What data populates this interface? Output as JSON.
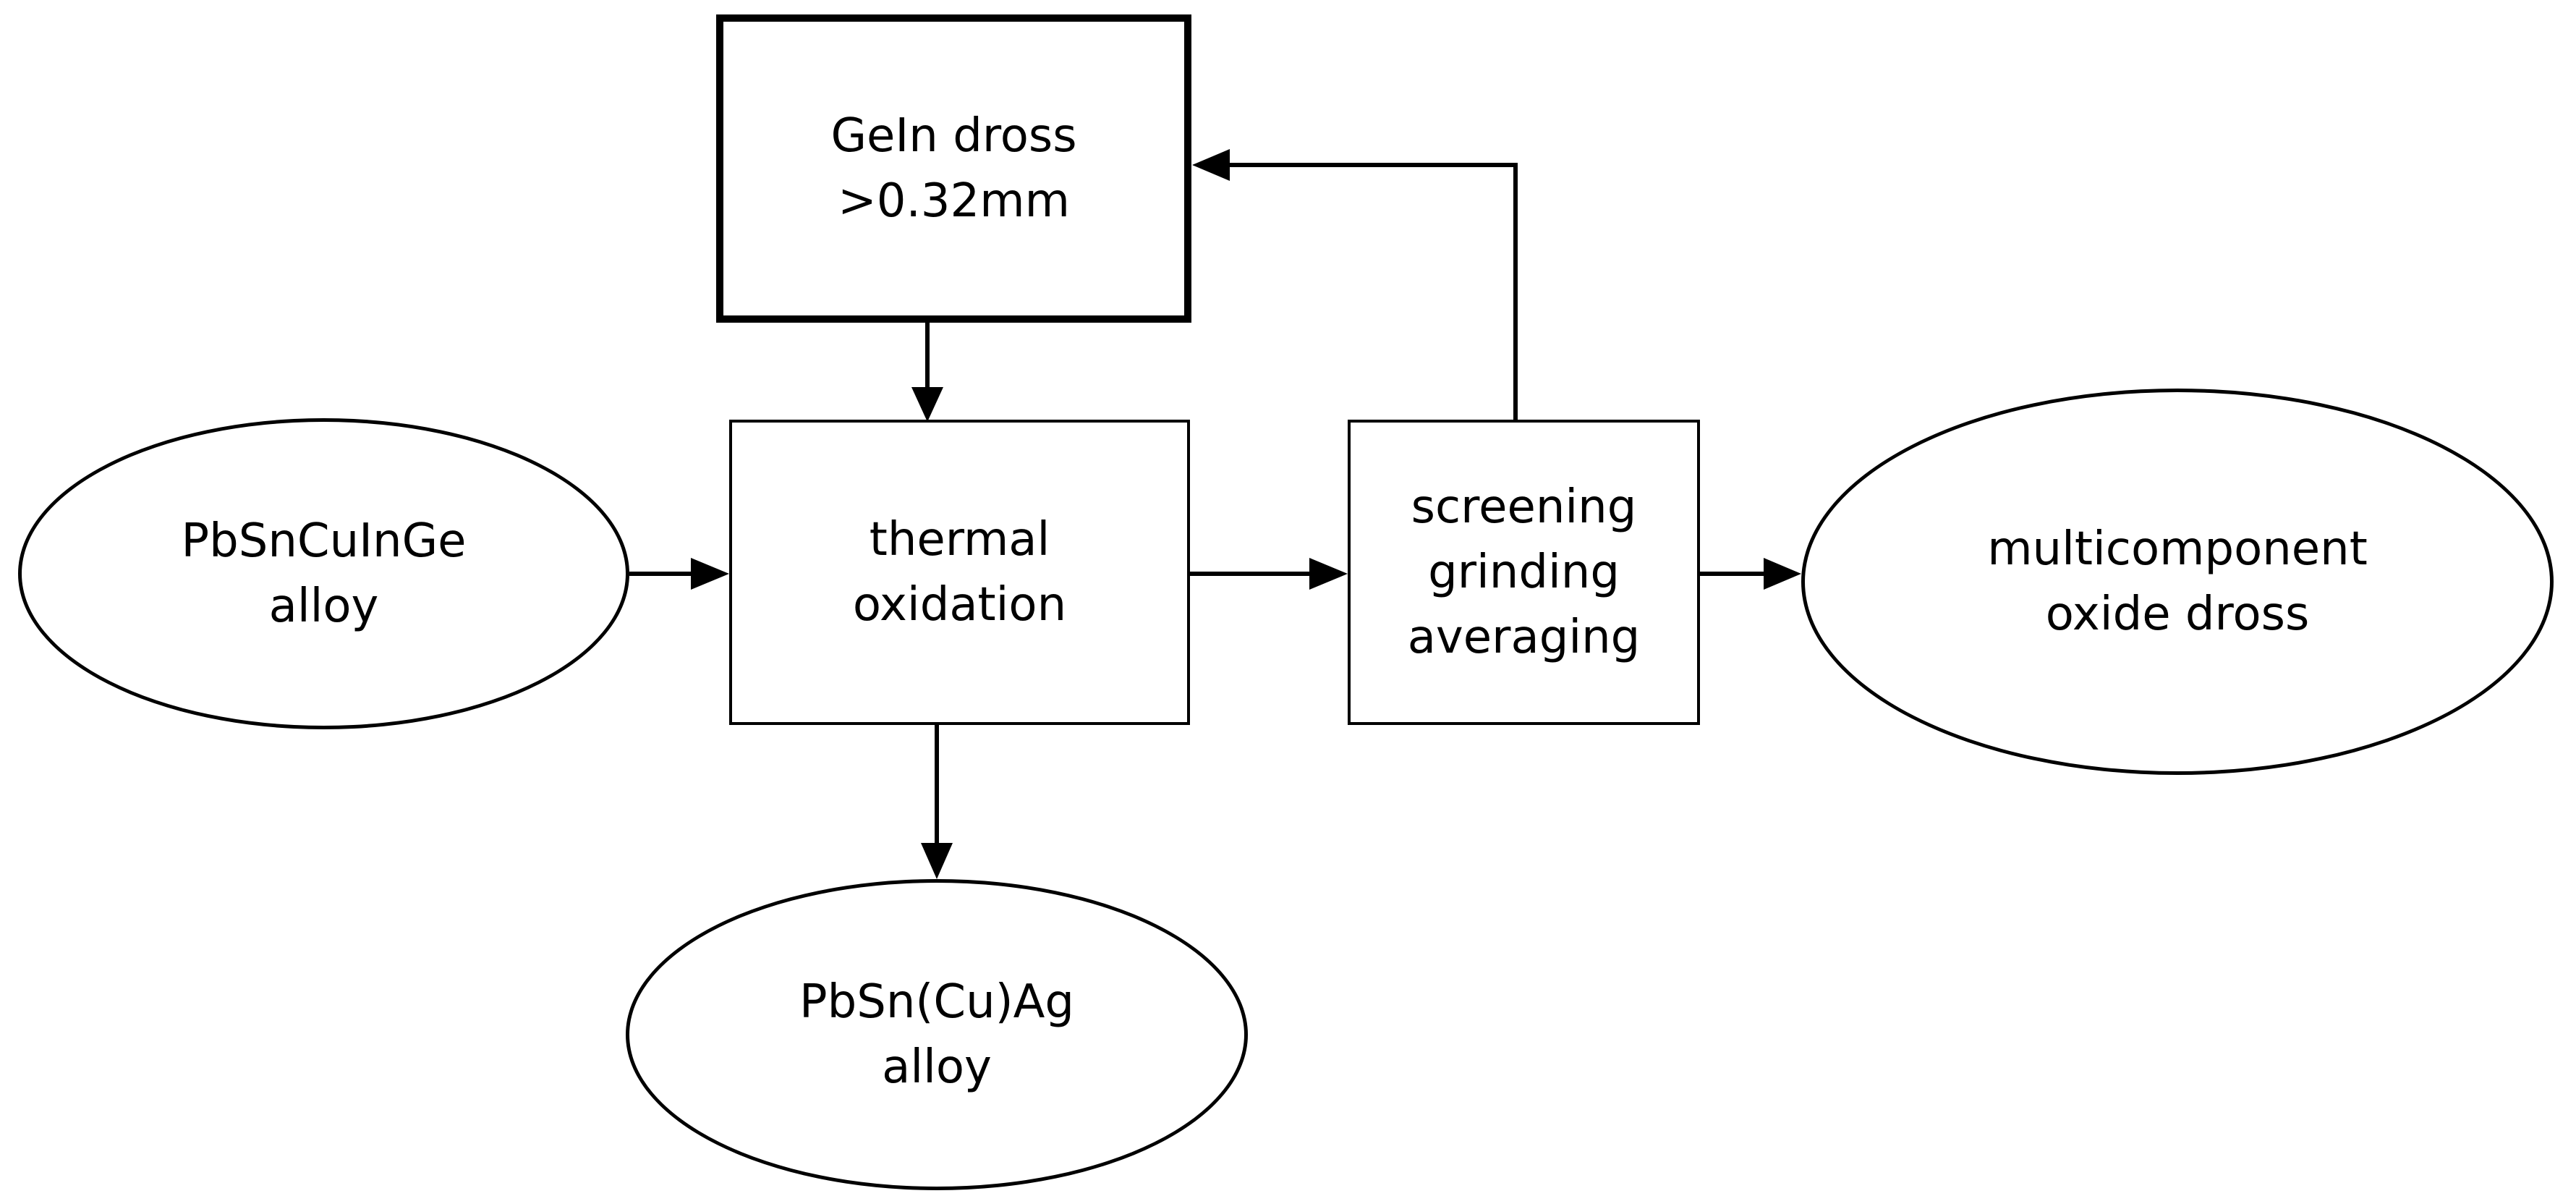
{
  "diagram": {
    "nodes": {
      "gein_dross": {
        "line1": "GeIn dross",
        "line2": ">0.32mm"
      },
      "alloy_input": {
        "line1": "PbSnCuInGe",
        "line2": "alloy"
      },
      "thermal_oxidation": {
        "line1": "thermal",
        "line2": "oxidation"
      },
      "screening": {
        "line1": "screening",
        "line2": "grinding",
        "line3": "averaging"
      },
      "multicomponent": {
        "line1": "multicomponent",
        "line2": "oxide dross"
      },
      "alloy_output": {
        "line1": "PbSn(Cu)Ag",
        "line2": "alloy"
      }
    },
    "edges": [
      {
        "from": "alloy_input",
        "to": "thermal_oxidation"
      },
      {
        "from": "gein_dross",
        "to": "thermal_oxidation"
      },
      {
        "from": "thermal_oxidation",
        "to": "screening"
      },
      {
        "from": "screening",
        "to": "multicomponent"
      },
      {
        "from": "screening",
        "to": "gein_dross"
      },
      {
        "from": "thermal_oxidation",
        "to": "alloy_output"
      }
    ]
  }
}
